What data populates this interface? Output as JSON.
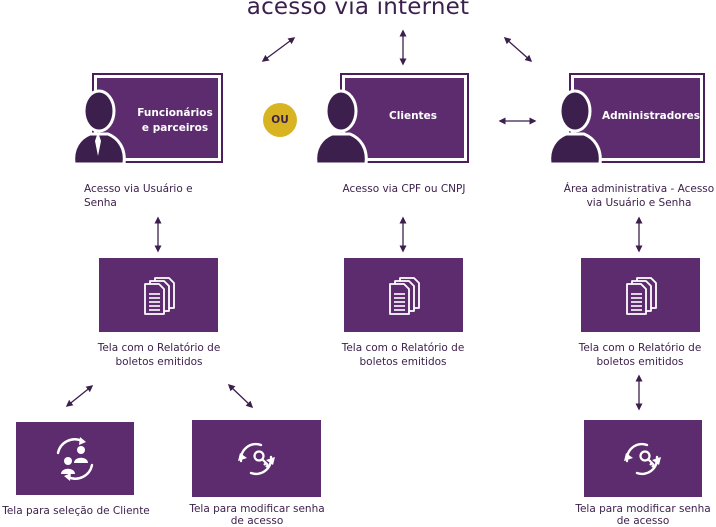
{
  "title": "acesso via internet",
  "ou_label": "OU",
  "users": {
    "funcionarios": {
      "label_line1": "Funcionários",
      "label_line2": "e parceiros",
      "caption_line1": "Acesso via Usuário e",
      "caption_line2": "Senha"
    },
    "clientes": {
      "label": "Clientes",
      "caption": "Acesso via CPF ou CNPJ"
    },
    "administradores": {
      "label": "Administradores",
      "caption_line1": "Área administrativa - Acesso",
      "caption_line2": "via Usuário e Senha"
    }
  },
  "report_screens": [
    {
      "line1": "Tela com o Relatório de",
      "line2": "boletos emitidos"
    },
    {
      "line1": "Tela com o Relatório de",
      "line2": "boletos emitidos"
    },
    {
      "line1": "Tela com o Relatório de",
      "line2": "boletos emitidos"
    }
  ],
  "bottom_screens": {
    "selecao_cliente": {
      "line1": "Tela para seleção de Cliente"
    },
    "modificar_senha_left": {
      "line1": "Tela para modificar senha",
      "line2": "de acesso"
    },
    "modificar_senha_right": {
      "line1": "Tela para modificar senha",
      "line2": "de acesso"
    }
  },
  "icons": {
    "person": "person-silhouette-icon",
    "documents": "documents-stack-icon",
    "user_selection": "users-cycle-icon",
    "password_change": "key-refresh-icon"
  },
  "colors": {
    "purple": "#5d2c6e",
    "dark_purple": "#3c1f4c",
    "gold": "#d8b423",
    "white": "#ffffff"
  }
}
